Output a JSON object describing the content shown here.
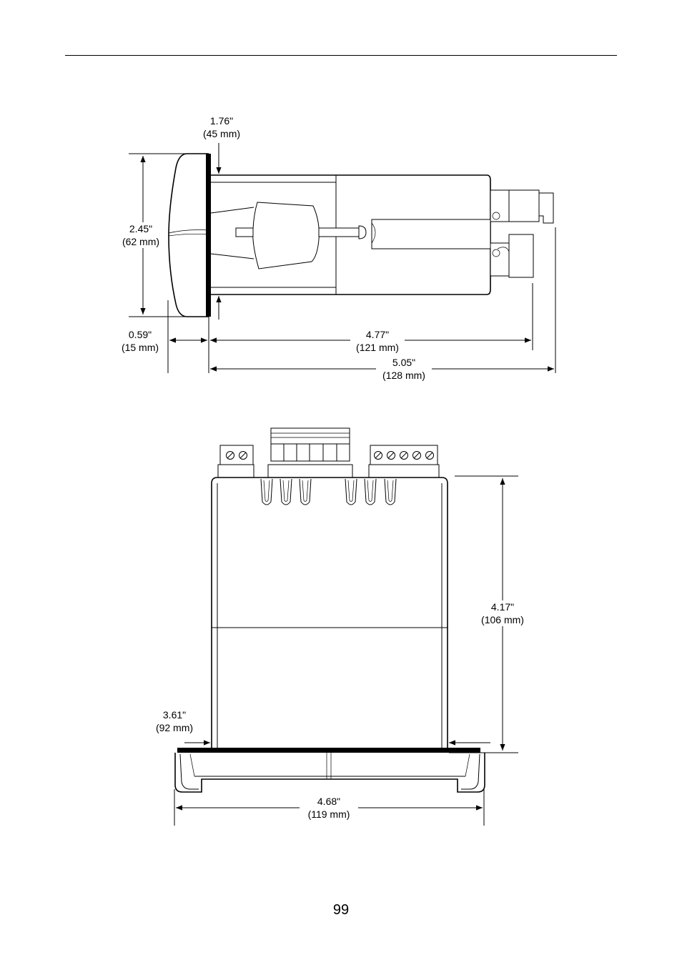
{
  "page": {
    "number": "99"
  },
  "side_view": {
    "dims": {
      "depth_behind_panel": {
        "inch": "1.76\"",
        "mm": "(45 mm)"
      },
      "height": {
        "inch": "2.45\"",
        "mm": "(62 mm)"
      },
      "bezel_depth": {
        "inch": "0.59\"",
        "mm": "(15 mm)"
      },
      "case_length": {
        "inch": "4.77\"",
        "mm": "(121 mm)"
      },
      "overall_length": {
        "inch": "5.05\"",
        "mm": "(128 mm)"
      }
    }
  },
  "top_view": {
    "dims": {
      "case_depth": {
        "inch": "4.17\"",
        "mm": "(106 mm)"
      },
      "case_width": {
        "inch": "3.61\"",
        "mm": "(92 mm)"
      },
      "bezel_width": {
        "inch": "4.68\"",
        "mm": "(119 mm)"
      }
    }
  }
}
